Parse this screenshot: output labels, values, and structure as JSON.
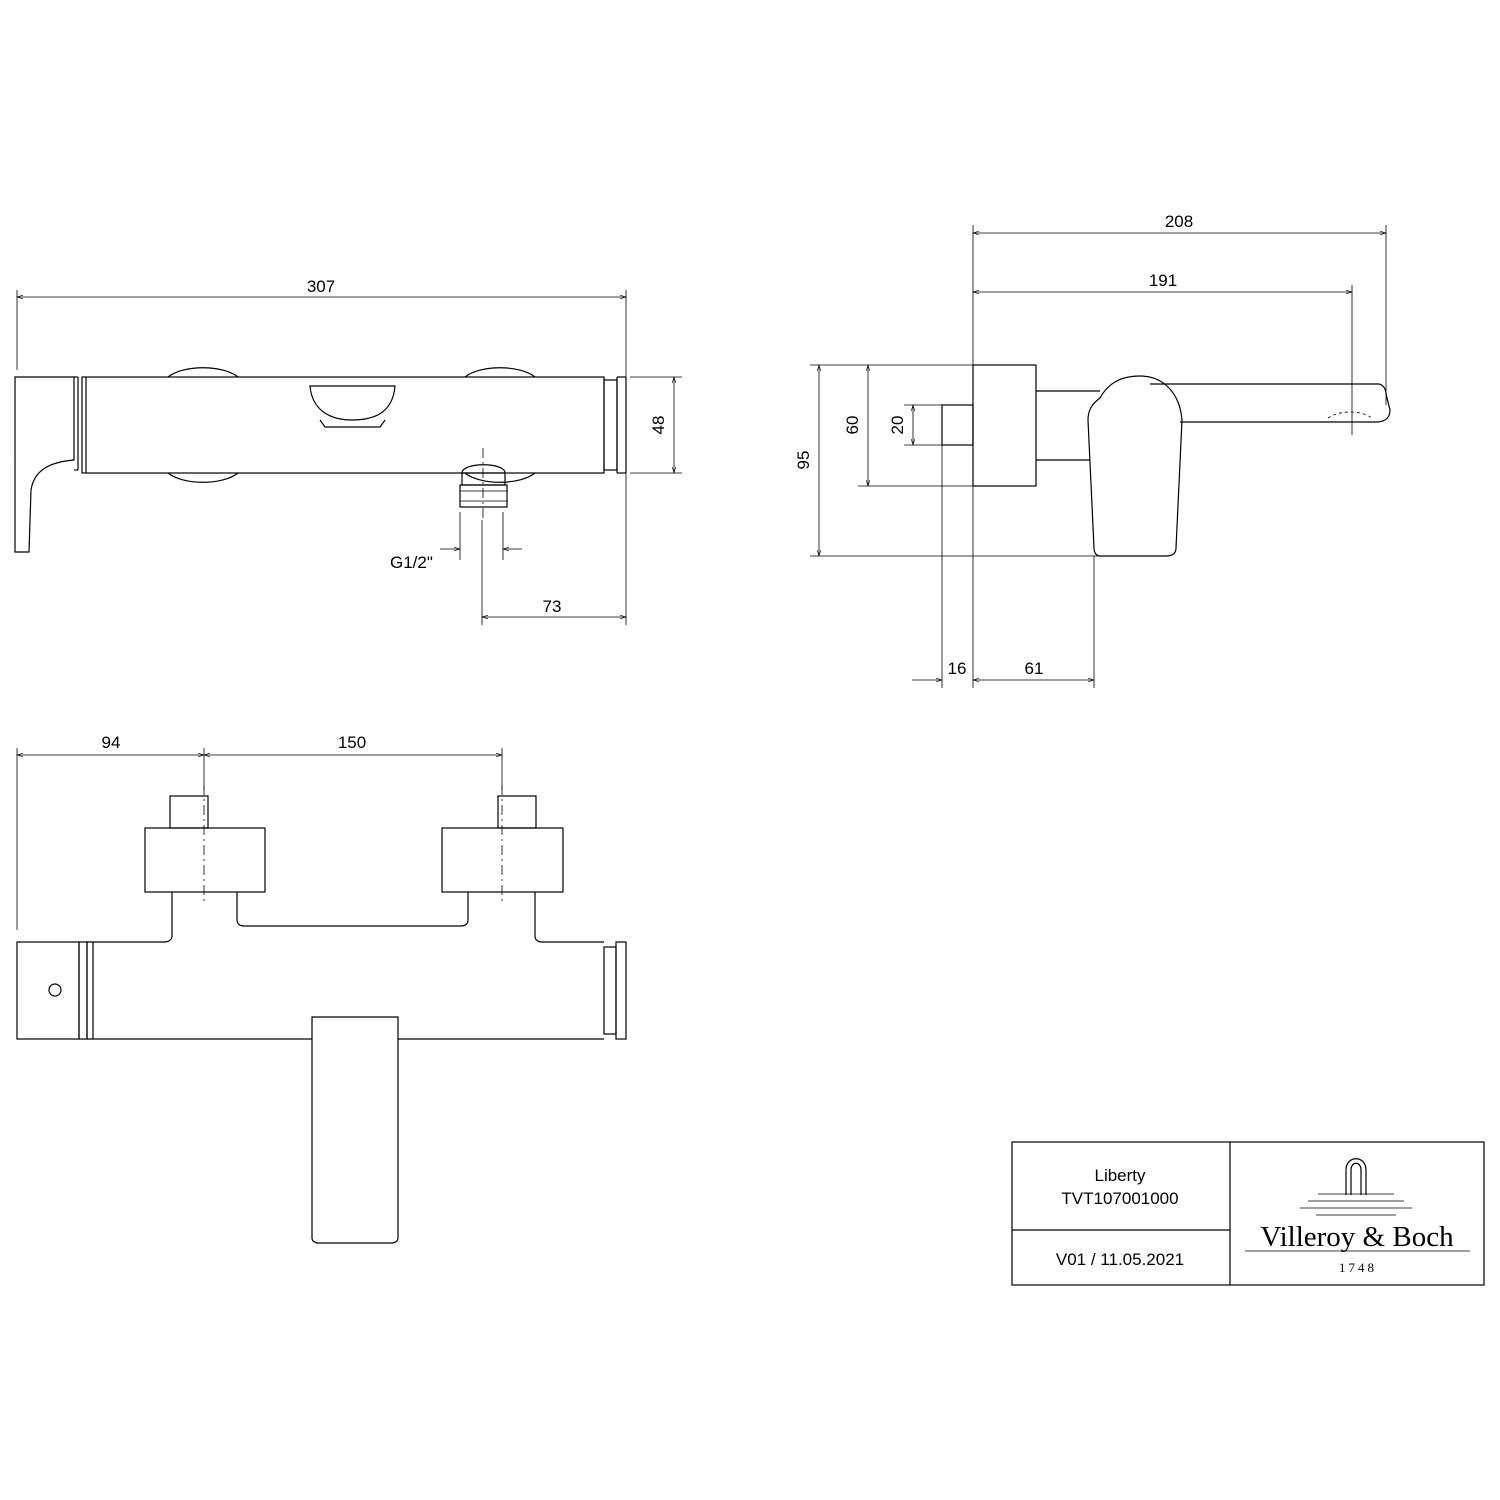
{
  "dimensions": {
    "front_overall_width": "307",
    "front_height": "48",
    "outlet_thread": "G1/2\"",
    "outlet_offset": "73",
    "side_projection_total": "208",
    "side_projection_spout": "191",
    "side_height_total": "95",
    "side_height_body": "60",
    "side_connector_height": "20",
    "side_connector_depth": "16",
    "side_handle_offset": "61",
    "top_left_offset": "94",
    "top_inlet_spacing": "150"
  },
  "title_block": {
    "product_name": "Liberty",
    "article_number": "TVT107001000",
    "revision": "V01 / 11.05.2021",
    "brand": "Villeroy & Boch",
    "brand_year": "1748"
  }
}
